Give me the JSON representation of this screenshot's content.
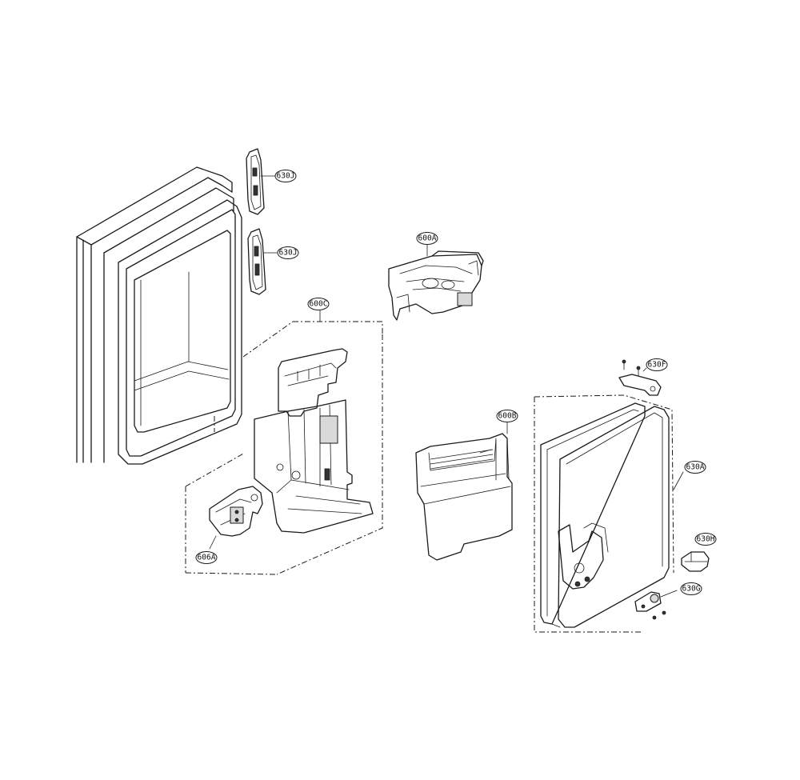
{
  "callouts": {
    "c630J_top": "630J",
    "c630J_mid": "630J",
    "c600A": "600A",
    "c600C": "600C",
    "c600B": "600B",
    "c630F": "630F",
    "c630A": "630A",
    "c630H": "630H",
    "c630G": "630G",
    "c606A": "606A"
  }
}
